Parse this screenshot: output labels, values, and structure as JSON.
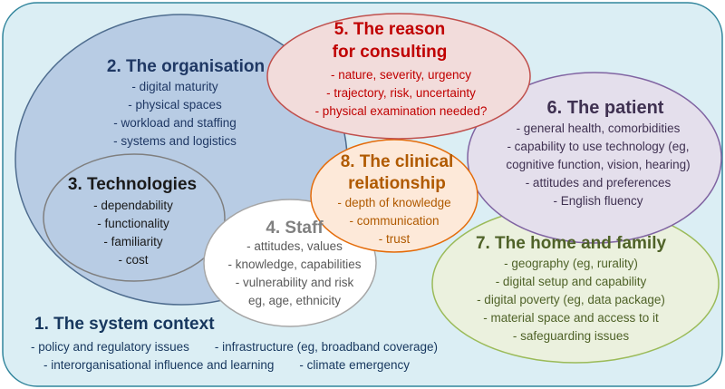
{
  "colors": {
    "context_fill": "#dbeef4",
    "context_stroke": "#31859c",
    "organisation_fill": "#b8cce4",
    "organisation_stroke": "#4f6d8f",
    "reason_fill": "#f2dcdb",
    "reason_stroke": "#c0504d",
    "patient_fill": "#e4dfec",
    "patient_stroke": "#8064a2",
    "home_fill": "#ebf1de",
    "home_stroke": "#9bbb59",
    "clinical_fill": "#fde9d9",
    "clinical_stroke": "#e46c0a",
    "staff_fill": "#ffffff",
    "staff_stroke": "#a6a6a6",
    "tech_fill": "#b8cce4",
    "tech_stroke": "#7f7f7f"
  },
  "organisation": {
    "title": "2. The organisation",
    "items": [
      "-    digital maturity",
      "-    physical spaces",
      "-   workload and staffing",
      "-   systems and logistics"
    ]
  },
  "technologies": {
    "title": "3. Technologies",
    "items": [
      "- dependability",
      "- functionality",
      "- familiarity",
      "- cost"
    ]
  },
  "staff": {
    "title": "4. Staff",
    "items": [
      "- attitudes, values",
      "- knowledge, capabilities",
      "- vulnerability and risk",
      "eg, age, ethnicity"
    ]
  },
  "reason": {
    "title_line1": "5. The reason",
    "title_line2": "for consulting",
    "items": [
      "- nature, severity, urgency",
      "- trajectory, risk, uncertainty",
      "-   physical examination needed?"
    ]
  },
  "patient": {
    "title": "6. The patient",
    "items": [
      "- general health, comorbidities",
      "- capability to use technology (eg,",
      "cognitive function, vision, hearing)",
      "- attitudes and preferences",
      "- English fluency"
    ]
  },
  "clinical": {
    "title_line1": "8. The clinical",
    "title_line2": "relationship",
    "items": [
      "- depth of knowledge",
      "- communication",
      "- trust"
    ]
  },
  "home": {
    "title": "7.  The home and family",
    "items": [
      "- geography (eg, rurality)",
      "-    digital setup and capability",
      "-    digital poverty (eg, data package)",
      "- material space and access to it",
      "- safeguarding issues"
    ]
  },
  "system": {
    "title": "1. The system context",
    "row1_left": "- policy and regulatory issues",
    "row1_right": "- infrastructure (eg, broadband coverage)",
    "row2_left": "- interorganisational influence and learning",
    "row2_right": "- climate emergency"
  }
}
